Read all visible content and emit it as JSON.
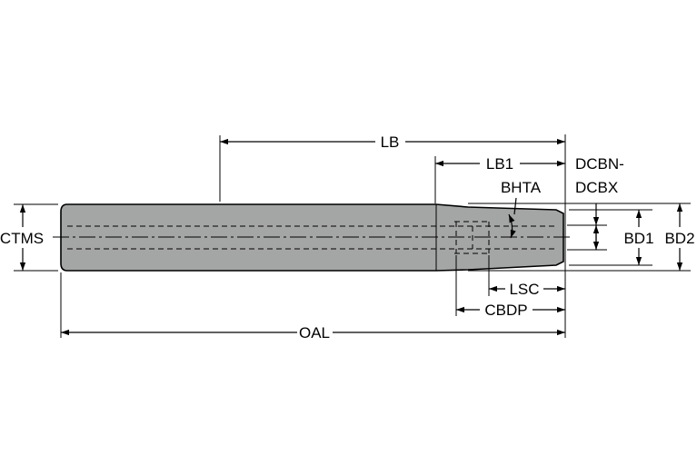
{
  "labels": {
    "lb": "LB",
    "lb1": "LB1",
    "dcbn": "DCBN-",
    "dcbx": "DCBX",
    "bhta": "BHTA",
    "ctms": "CTMS",
    "bd1": "BD1",
    "bd2": "BD2",
    "lsc": "LSC",
    "cbdp": "CBDP",
    "oal": "OAL"
  },
  "colors": {
    "body_fill": "#a4a6a5",
    "outline": "#000000",
    "background": "#ffffff"
  }
}
